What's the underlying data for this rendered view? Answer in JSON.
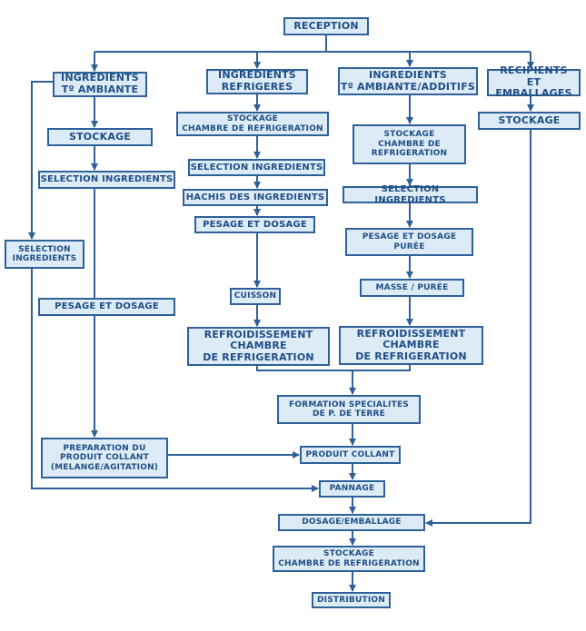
{
  "colors": {
    "line": "#2e6199",
    "box_fill": "#ddebf7",
    "box_border": "#2e6199",
    "text": "#1f4e86"
  },
  "nodes": {
    "reception": "RECEPTION",
    "ingr_ambiante": "INGREDIENTS\nTº AMBIANTE",
    "ingr_refrigeres": "INGREDIENTS\nREFRIGERES",
    "ingr_additifs": "INGREDIENTS\nTº AMBIANTE/ADDITIFS",
    "recipients": "RECIPIENTS\nET EMBALLAGES",
    "stockage_a": "STOCKAGE",
    "stockage_b": "STOCKAGE\nCHAMBRE DE REFRIGERATION",
    "stockage_c": "STOCKAGE\nCHAMBRE DE\nREFRIGERATION",
    "stockage_d": "STOCKAGE",
    "selection_a": "SELECTION INGREDIENTS",
    "selection_b": "SELECTION INGREDIENTS",
    "selection_c": "SELECTION INGREDIENTS",
    "selection_left": "SELECTION\nINGREDIENTS",
    "hachis": "HACHIS DES INGREDIENTS",
    "pesage_b": "PESAGE ET DOSAGE",
    "pesage_c": "PESAGE ET DOSAGE\nPURÉE",
    "pesage_a": "PESAGE ET DOSAGE",
    "cuisson": "CUISSON",
    "masse": "MASSE / PURÉE",
    "refroid_b": "REFROIDISSEMENT\nCHAMBRE\nDE REFRIGERATION",
    "refroid_c": "REFROIDISSEMENT\nCHAMBRE\nDE REFRIGERATION",
    "formation": "FORMATION SPECIALITES\nDE P. DE TERRE",
    "preparation": "PREPARATION DU\nPRODUIT COLLANT\n(MELANGE/AGITATION)",
    "produit_collant": "PRODUIT COLLANT",
    "pannage": "PANNAGE",
    "dosage_emb": "DOSAGE/EMBALLAGE",
    "stockage_final": "STOCKAGE\nCHAMBRE DE REFRIGERATION",
    "distribution": "DISTRIBUTION"
  }
}
